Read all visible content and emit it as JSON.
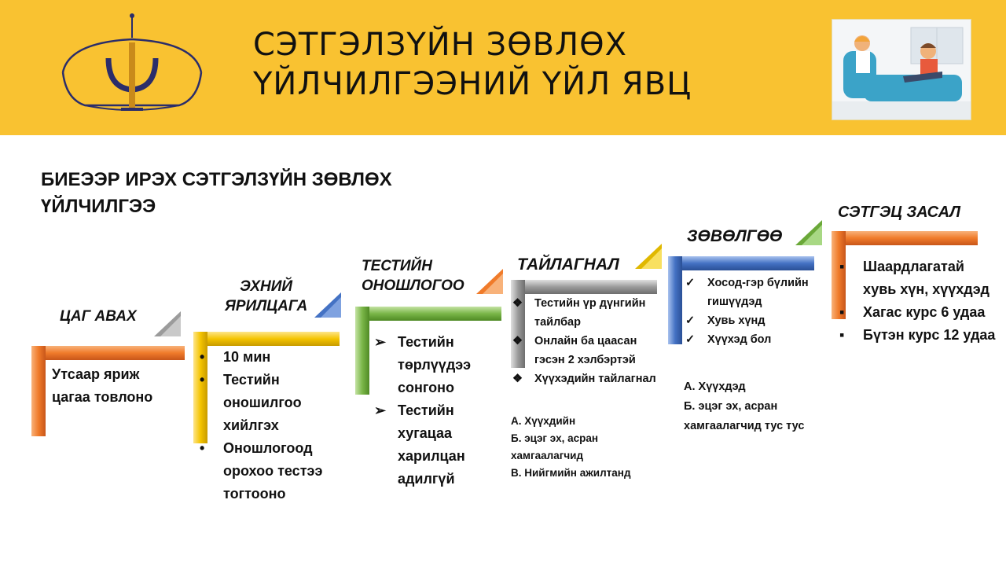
{
  "title": {
    "line1": "СЭТГЭЛЗҮЙН ЗӨВЛӨХ",
    "line2": "ҮЙЛЧИЛГЭЭНИЙ ҮЙЛ ЯВЦ"
  },
  "heading": {
    "line1": "БИЕЭЭР ИРЭХ СЭТГЭЛЗҮЙН ЗӨВЛӨХ",
    "line2": "ҮЙЛЧИЛГЭЭ"
  },
  "logo": {
    "icon": "psi-symbol-logo"
  },
  "illustration": {
    "icon": "counseling-session-illustration"
  },
  "colors": {
    "banner": "#f9c231",
    "step1": "#f07b2a",
    "step2": "#f5c400",
    "step3": "#7ab648",
    "step4": "#9b9b9b",
    "step5": "#4472c4",
    "step6": "#f07b2a"
  },
  "steps": [
    {
      "label": "ЦАГ АВАХ",
      "text": "Утсаар яриж цагаа товлоно"
    },
    {
      "label_lines": [
        "ЭХНИЙ",
        "ЯРИЛЦАГА"
      ],
      "items": [
        "10 мин",
        "Тестийн оношилгоо хийлгэх",
        "Оношлогоод орохоо тестээ тогтооно"
      ]
    },
    {
      "label_lines": [
        "ТЕСТИЙН",
        "ОНОШЛОГОО"
      ],
      "items": [
        "Тестийн төрлүүдээ сонгоно",
        "Тестийн хугацаа харилцан адилгүй"
      ]
    },
    {
      "label": "ТАЙЛАГНАЛ",
      "items": [
        "Тестийн үр дүнгийн тайлбар",
        "Онлайн ба цаасан гэсэн 2 хэлбэртэй",
        "Хүүхэдийн тайлагнал"
      ],
      "notes": [
        "А. Хүүхдийн",
        "Б. эцэг эх, асран хамгаалагчид",
        "В. Нийгмийн ажилтанд"
      ]
    },
    {
      "label": "ЗӨВӨЛГӨӨ",
      "items": [
        "Хосод-гэр бүлийн гишүүдэд",
        "Хувь хүнд",
        "Хүүхэд бол"
      ],
      "notes": [
        "А. Хүүхдэд",
        "Б. эцэг эх, асран хамгаалагчид тус тус"
      ]
    },
    {
      "label": "СЭТГЭЦ ЗАСАЛ",
      "items": [
        "Шаардлагатай хувь хүн, хүүхдэд",
        "Хагас курс 6 удаа",
        "Бүтэн курс 12 удаа"
      ]
    }
  ]
}
